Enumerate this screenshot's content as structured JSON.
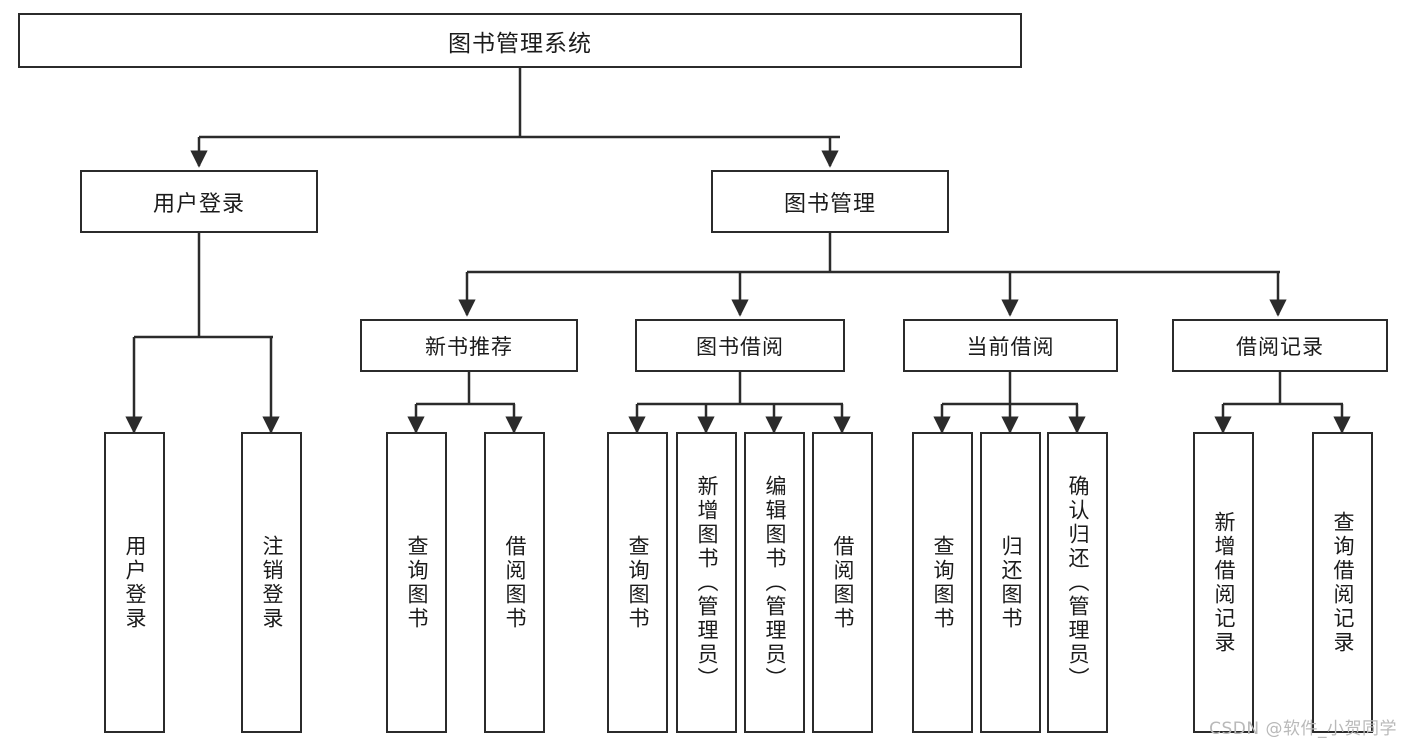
{
  "diagram": {
    "title": "图书管理系统",
    "colors": {
      "node_border": "#2b2b2b",
      "node_fill": "#ffffff",
      "connector": "#2b2b2b",
      "background": "#ffffff",
      "watermark": "#b9b9b9"
    },
    "watermark": "CSDN @软件_小贺同学",
    "root": {
      "label": "图书管理系统"
    },
    "level1": [
      {
        "label": "用户登录"
      },
      {
        "label": "图书管理"
      }
    ],
    "level2": [
      {
        "label": "新书推荐"
      },
      {
        "label": "图书借阅"
      },
      {
        "label": "当前借阅"
      },
      {
        "label": "借阅记录"
      }
    ],
    "leaves": {
      "user_login": [
        {
          "label": "用户登录"
        },
        {
          "label": "注销登录"
        }
      ],
      "new_book_recommend": [
        {
          "label": "查询图书"
        },
        {
          "label": "借阅图书"
        }
      ],
      "book_borrow": [
        {
          "label": "查询图书"
        },
        {
          "label": "新增图书（管理员）"
        },
        {
          "label": "编辑图书（管理员）"
        },
        {
          "label": "借阅图书"
        }
      ],
      "current_borrow": [
        {
          "label": "查询图书"
        },
        {
          "label": "归还图书"
        },
        {
          "label": "确认归还（管理员）"
        }
      ],
      "borrow_record": [
        {
          "label": "新增借阅记录"
        },
        {
          "label": "查询借阅记录"
        }
      ]
    }
  }
}
